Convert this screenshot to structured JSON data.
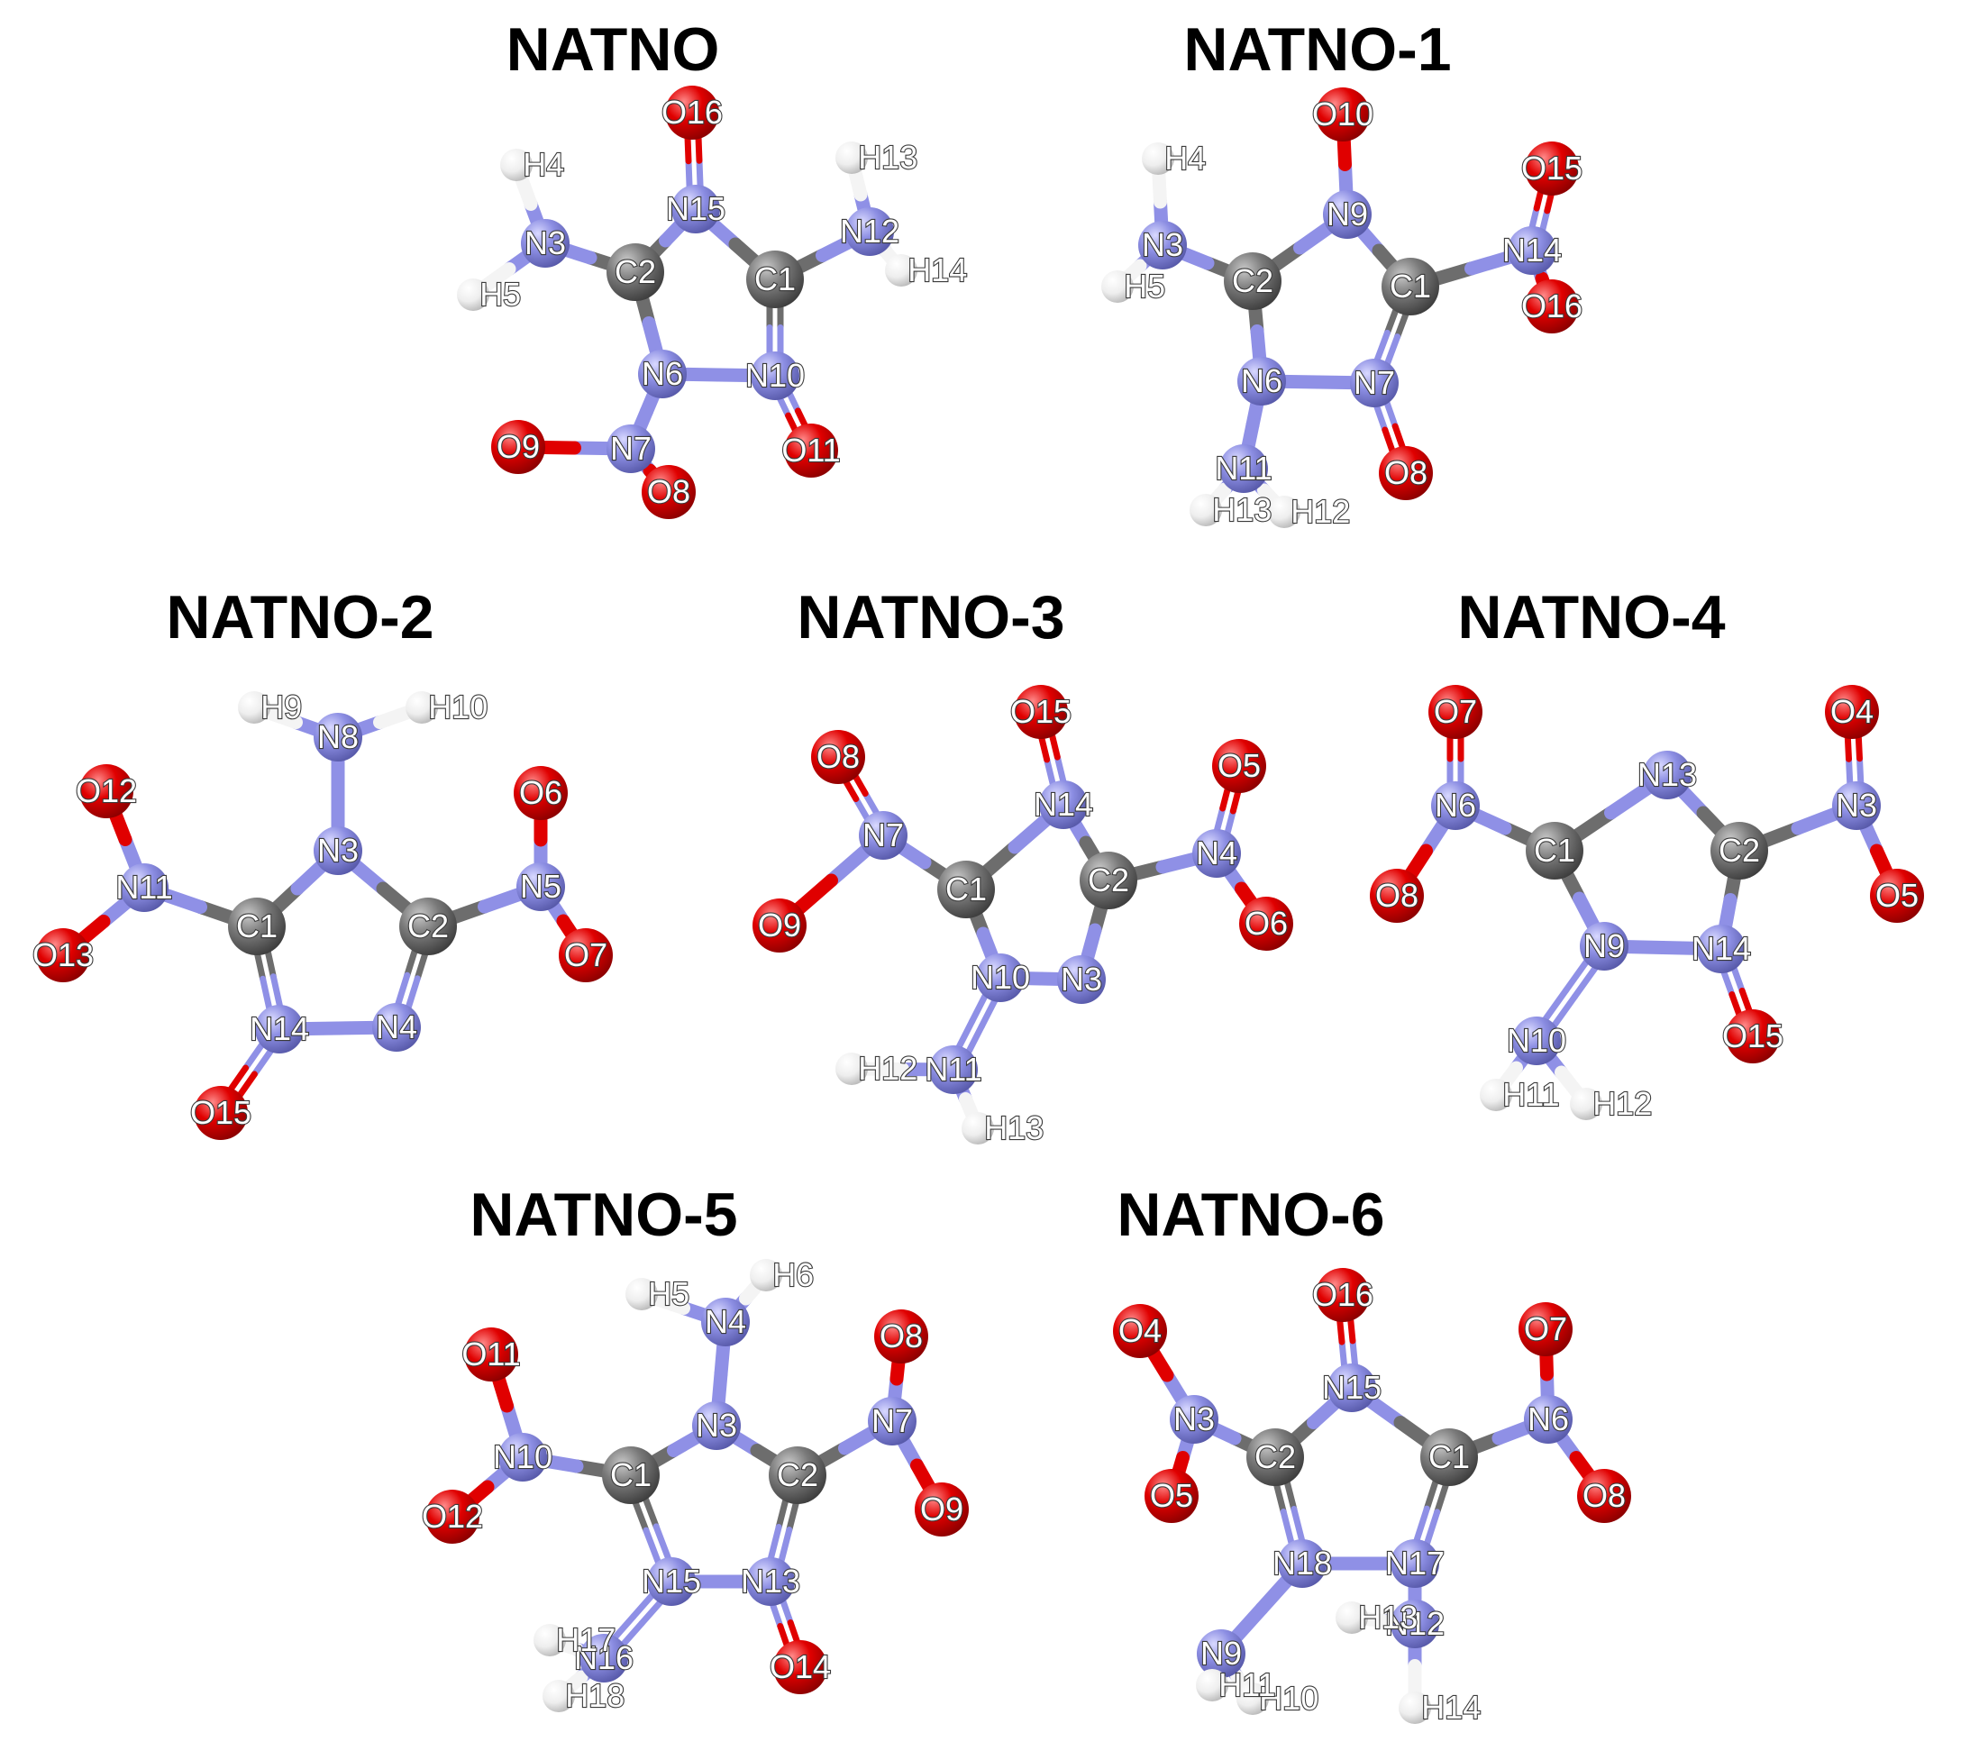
{
  "colors": {
    "C": "#6d6d6d",
    "N": "#8f90e6",
    "O": "#e00000",
    "H": "#f4f4f4",
    "ring_marker": "#ff5a5a"
  },
  "molecules": [
    {
      "title": "NATNO",
      "atoms": [
        {
          "label": "C1",
          "element": "C"
        },
        {
          "label": "C2",
          "element": "C"
        },
        {
          "label": "N3",
          "element": "N"
        },
        {
          "label": "H4",
          "element": "H"
        },
        {
          "label": "H5",
          "element": "H"
        },
        {
          "label": "N6",
          "element": "N"
        },
        {
          "label": "N7",
          "element": "N"
        },
        {
          "label": "O8",
          "element": "O"
        },
        {
          "label": "O9",
          "element": "O"
        },
        {
          "label": "N10",
          "element": "N"
        },
        {
          "label": "O11",
          "element": "O"
        },
        {
          "label": "N12",
          "element": "N"
        },
        {
          "label": "H13",
          "element": "H"
        },
        {
          "label": "H14",
          "element": "H"
        },
        {
          "label": "N15",
          "element": "N"
        },
        {
          "label": "O16",
          "element": "O"
        }
      ],
      "bonds": [
        [
          "N15",
          "O16",
          2
        ],
        [
          "C2",
          "N15",
          1
        ],
        [
          "N15",
          "C1",
          1
        ],
        [
          "C2",
          "N3",
          1
        ],
        [
          "N3",
          "H4",
          1
        ],
        [
          "N3",
          "H5",
          1
        ],
        [
          "C1",
          "N12",
          1
        ],
        [
          "N12",
          "H13",
          1
        ],
        [
          "N12",
          "H14",
          1
        ],
        [
          "C2",
          "N6",
          1
        ],
        [
          "C1",
          "N10",
          2
        ],
        [
          "N6",
          "N10",
          1
        ],
        [
          "N6",
          "N7",
          1
        ],
        [
          "N7",
          "O9",
          1
        ],
        [
          "N7",
          "O8",
          1
        ],
        [
          "N10",
          "O11",
          2
        ]
      ]
    },
    {
      "title": "NATNO-1",
      "atoms": [
        {
          "label": "C1",
          "element": "C"
        },
        {
          "label": "C2",
          "element": "C"
        },
        {
          "label": "N3",
          "element": "N"
        },
        {
          "label": "H4",
          "element": "H"
        },
        {
          "label": "H5",
          "element": "H"
        },
        {
          "label": "N6",
          "element": "N"
        },
        {
          "label": "N7",
          "element": "N"
        },
        {
          "label": "O8",
          "element": "O"
        },
        {
          "label": "N9",
          "element": "N"
        },
        {
          "label": "O10",
          "element": "O"
        },
        {
          "label": "N11",
          "element": "N"
        },
        {
          "label": "H12",
          "element": "H"
        },
        {
          "label": "H13",
          "element": "H"
        },
        {
          "label": "N14",
          "element": "N"
        },
        {
          "label": "O15",
          "element": "O"
        },
        {
          "label": "O16",
          "element": "O"
        }
      ],
      "bonds": [
        [
          "N9",
          "O10",
          1
        ],
        [
          "C2",
          "N9",
          1
        ],
        [
          "N9",
          "C1",
          1
        ],
        [
          "C2",
          "N3",
          1
        ],
        [
          "N3",
          "H4",
          1
        ],
        [
          "N3",
          "H5",
          1
        ],
        [
          "C1",
          "N14",
          1
        ],
        [
          "N14",
          "O15",
          2
        ],
        [
          "N14",
          "O16",
          1
        ],
        [
          "C2",
          "N6",
          1
        ],
        [
          "C1",
          "N7",
          2
        ],
        [
          "N6",
          "N7",
          1
        ],
        [
          "N6",
          "N11",
          1
        ],
        [
          "N11",
          "H12",
          1
        ],
        [
          "N11",
          "H13",
          1
        ],
        [
          "N7",
          "O8",
          2
        ]
      ]
    },
    {
      "title": "NATNO-2",
      "atoms": [
        {
          "label": "C1",
          "element": "C"
        },
        {
          "label": "C2",
          "element": "C"
        },
        {
          "label": "N3",
          "element": "N"
        },
        {
          "label": "N4",
          "element": "N"
        },
        {
          "label": "N5",
          "element": "N"
        },
        {
          "label": "O6",
          "element": "O"
        },
        {
          "label": "O7",
          "element": "O"
        },
        {
          "label": "N8",
          "element": "N"
        },
        {
          "label": "H9",
          "element": "H"
        },
        {
          "label": "H10",
          "element": "H"
        },
        {
          "label": "N11",
          "element": "N"
        },
        {
          "label": "O12",
          "element": "O"
        },
        {
          "label": "O13",
          "element": "O"
        },
        {
          "label": "N14",
          "element": "N"
        },
        {
          "label": "O15",
          "element": "O"
        }
      ],
      "bonds": [
        [
          "N8",
          "H9",
          1
        ],
        [
          "N8",
          "H10",
          1
        ],
        [
          "N3",
          "N8",
          1
        ],
        [
          "C1",
          "N3",
          1
        ],
        [
          "N3",
          "C2",
          1
        ],
        [
          "C1",
          "N11",
          1
        ],
        [
          "N11",
          "O12",
          1
        ],
        [
          "N11",
          "O13",
          1
        ],
        [
          "C2",
          "N5",
          1
        ],
        [
          "N5",
          "O6",
          1
        ],
        [
          "N5",
          "O7",
          1
        ],
        [
          "C1",
          "N14",
          2
        ],
        [
          "C2",
          "N4",
          2
        ],
        [
          "N14",
          "N4",
          1
        ],
        [
          "N14",
          "O15",
          2
        ]
      ]
    },
    {
      "title": "NATNO-3",
      "atoms": [
        {
          "label": "C1",
          "element": "C"
        },
        {
          "label": "C2",
          "element": "C"
        },
        {
          "label": "N3",
          "element": "N"
        },
        {
          "label": "N4",
          "element": "N"
        },
        {
          "label": "O5",
          "element": "O"
        },
        {
          "label": "O6",
          "element": "O"
        },
        {
          "label": "N7",
          "element": "N"
        },
        {
          "label": "O8",
          "element": "O"
        },
        {
          "label": "O9",
          "element": "O"
        },
        {
          "label": "N10",
          "element": "N"
        },
        {
          "label": "N11",
          "element": "N"
        },
        {
          "label": "H12",
          "element": "H"
        },
        {
          "label": "H13",
          "element": "H"
        },
        {
          "label": "N14",
          "element": "N"
        },
        {
          "label": "O15",
          "element": "O"
        }
      ],
      "bonds": [
        [
          "N14",
          "O15",
          2
        ],
        [
          "C1",
          "N14",
          1
        ],
        [
          "N14",
          "C2",
          1
        ],
        [
          "C1",
          "N7",
          1
        ],
        [
          "N7",
          "O8",
          2
        ],
        [
          "N7",
          "O9",
          1
        ],
        [
          "C2",
          "N4",
          1
        ],
        [
          "N4",
          "O5",
          2
        ],
        [
          "N4",
          "O6",
          1
        ],
        [
          "C1",
          "N10",
          1
        ],
        [
          "C2",
          "N3",
          1
        ],
        [
          "N10",
          "N3",
          1
        ],
        [
          "N10",
          "N11",
          2
        ],
        [
          "N11",
          "H12",
          1
        ],
        [
          "N11",
          "H13",
          1
        ]
      ]
    },
    {
      "title": "NATNO-4",
      "atoms": [
        {
          "label": "C1",
          "element": "C"
        },
        {
          "label": "C2",
          "element": "C"
        },
        {
          "label": "N3",
          "element": "N"
        },
        {
          "label": "O4",
          "element": "O"
        },
        {
          "label": "O5",
          "element": "O"
        },
        {
          "label": "N6",
          "element": "N"
        },
        {
          "label": "O7",
          "element": "O"
        },
        {
          "label": "O8",
          "element": "O"
        },
        {
          "label": "N9",
          "element": "N"
        },
        {
          "label": "N10",
          "element": "N"
        },
        {
          "label": "H11",
          "element": "H"
        },
        {
          "label": "H12",
          "element": "H"
        },
        {
          "label": "N13",
          "element": "N"
        },
        {
          "label": "N14",
          "element": "N"
        },
        {
          "label": "O15",
          "element": "O"
        }
      ],
      "bonds": [
        [
          "C1",
          "N13",
          1
        ],
        [
          "N13",
          "C2",
          1
        ],
        [
          "C1",
          "N6",
          1
        ],
        [
          "N6",
          "O7",
          2
        ],
        [
          "N6",
          "O8",
          1
        ],
        [
          "C2",
          "N3",
          1
        ],
        [
          "N3",
          "O4",
          2
        ],
        [
          "N3",
          "O5",
          1
        ],
        [
          "C1",
          "N9",
          1
        ],
        [
          "C2",
          "N14",
          1
        ],
        [
          "N9",
          "N14",
          1
        ],
        [
          "N9",
          "N10",
          2
        ],
        [
          "N10",
          "H11",
          1
        ],
        [
          "N10",
          "H12",
          1
        ],
        [
          "N14",
          "O15",
          2
        ]
      ]
    },
    {
      "title": "NATNO-5",
      "atoms": [
        {
          "label": "C1",
          "element": "C"
        },
        {
          "label": "C2",
          "element": "C"
        },
        {
          "label": "N3",
          "element": "N"
        },
        {
          "label": "N4",
          "element": "N"
        },
        {
          "label": "H5",
          "element": "H"
        },
        {
          "label": "H6",
          "element": "H"
        },
        {
          "label": "N7",
          "element": "N"
        },
        {
          "label": "O8",
          "element": "O"
        },
        {
          "label": "O9",
          "element": "O"
        },
        {
          "label": "N10",
          "element": "N"
        },
        {
          "label": "O11",
          "element": "O"
        },
        {
          "label": "O12",
          "element": "O"
        },
        {
          "label": "N13",
          "element": "N"
        },
        {
          "label": "O14",
          "element": "O"
        },
        {
          "label": "N15",
          "element": "N"
        },
        {
          "label": "N16",
          "element": "N"
        },
        {
          "label": "H17",
          "element": "H"
        },
        {
          "label": "H18",
          "element": "H"
        }
      ],
      "bonds": [
        [
          "N4",
          "H5",
          1
        ],
        [
          "N4",
          "H6",
          1
        ],
        [
          "N3",
          "N4",
          1
        ],
        [
          "C1",
          "N3",
          1
        ],
        [
          "N3",
          "C2",
          1
        ],
        [
          "C1",
          "N10",
          1
        ],
        [
          "N10",
          "O11",
          1
        ],
        [
          "N10",
          "O12",
          1
        ],
        [
          "C2",
          "N7",
          1
        ],
        [
          "N7",
          "O8",
          1
        ],
        [
          "N7",
          "O9",
          1
        ],
        [
          "C1",
          "N15",
          2
        ],
        [
          "C2",
          "N13",
          2
        ],
        [
          "N15",
          "N13",
          1
        ],
        [
          "N13",
          "O14",
          2
        ],
        [
          "N15",
          "N16",
          2
        ],
        [
          "N16",
          "H17",
          1
        ],
        [
          "N16",
          "H18",
          1
        ]
      ]
    },
    {
      "title": "NATNO-6",
      "atoms": [
        {
          "label": "C1",
          "element": "C"
        },
        {
          "label": "C2",
          "element": "C"
        },
        {
          "label": "N3",
          "element": "N"
        },
        {
          "label": "O4",
          "element": "O"
        },
        {
          "label": "O5",
          "element": "O"
        },
        {
          "label": "N6",
          "element": "N"
        },
        {
          "label": "O7",
          "element": "O"
        },
        {
          "label": "O8",
          "element": "O"
        },
        {
          "label": "N9",
          "element": "N"
        },
        {
          "label": "H10",
          "element": "H"
        },
        {
          "label": "H11",
          "element": "H"
        },
        {
          "label": "N12",
          "element": "N"
        },
        {
          "label": "H13",
          "element": "H"
        },
        {
          "label": "H14",
          "element": "H"
        },
        {
          "label": "N15",
          "element": "N"
        },
        {
          "label": "O16",
          "element": "O"
        },
        {
          "label": "N17",
          "element": "N"
        },
        {
          "label": "N18",
          "element": "N"
        }
      ],
      "bonds": [
        [
          "N15",
          "O16",
          2
        ],
        [
          "C2",
          "N15",
          1
        ],
        [
          "N15",
          "C1",
          1
        ],
        [
          "C2",
          "N3",
          1
        ],
        [
          "N3",
          "O4",
          1
        ],
        [
          "N3",
          "O5",
          1
        ],
        [
          "C1",
          "N6",
          1
        ],
        [
          "N6",
          "O7",
          1
        ],
        [
          "N6",
          "O8",
          1
        ],
        [
          "C2",
          "N18",
          2
        ],
        [
          "C1",
          "N17",
          2
        ],
        [
          "N18",
          "N17",
          1
        ],
        [
          "N18",
          "N9",
          1
        ],
        [
          "N9",
          "H10",
          1
        ],
        [
          "N9",
          "H11",
          1
        ],
        [
          "N17",
          "N12",
          1
        ],
        [
          "N12",
          "H13",
          1
        ],
        [
          "N12",
          "H14",
          1
        ]
      ]
    }
  ]
}
